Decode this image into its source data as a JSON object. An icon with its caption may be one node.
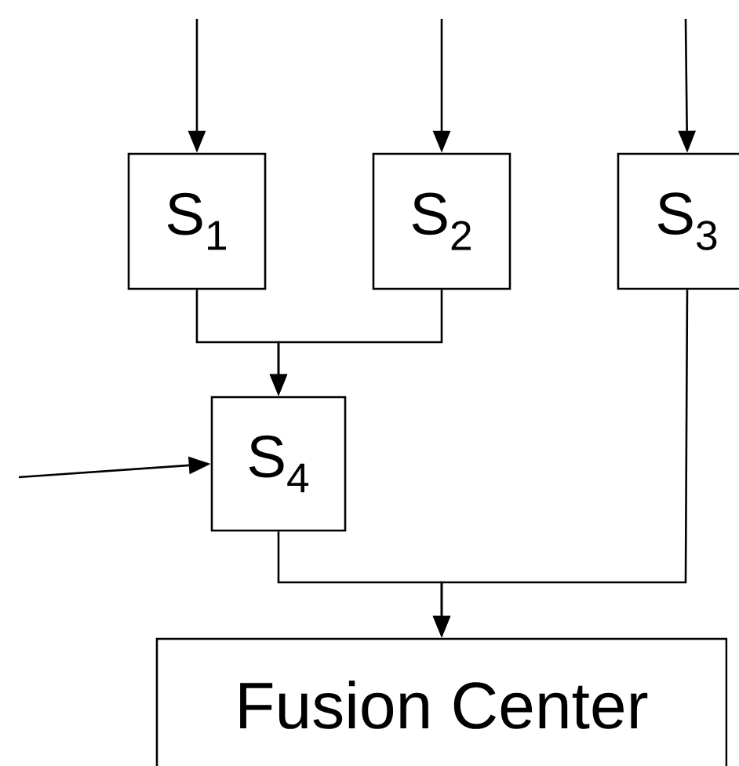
{
  "diagram": {
    "nodes": [
      {
        "text": [
          "S$_{1}$"
        ]
      },
      {
        "text": [
          "S$_{2}$"
        ]
      },
      {
        "text": [
          "S$_{3}$"
        ]
      },
      {
        "text": [
          "S$_{4}$"
        ]
      },
      {
        "text": [
          "Fusion Center"
        ]
      }
    ],
    "edges": [
      {
        "from": null,
        "to": 0,
        "arrow": "to"
      },
      {
        "from": null,
        "to": 1,
        "arrow": "to"
      },
      {
        "from": null,
        "to": 2,
        "arrow": "to"
      },
      {
        "from": 0,
        "to": 3,
        "arrow": "to"
      },
      {
        "from": 1,
        "to": 3,
        "arrow": "to"
      },
      {
        "from": null,
        "to": 3,
        "arrow": "to"
      },
      {
        "from": 3,
        "to": 4,
        "arrow": "to"
      },
      {
        "from": 2,
        "to": 4,
        "arrow": "to"
      }
    ]
  }
}
